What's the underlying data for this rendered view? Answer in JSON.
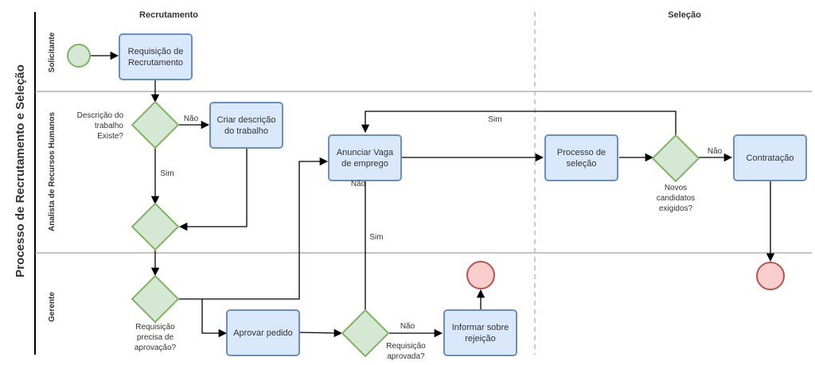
{
  "pool": {
    "title": "Processo de Recrutamento e Seleção"
  },
  "phases": {
    "recruitment": "Recrutamento",
    "selection": "Seleção"
  },
  "lanes": {
    "requester": "Solicitante",
    "hr": "Analista de Recursos Humanos",
    "manager": "Gerente"
  },
  "tasks": {
    "recruitment_request": [
      "Requisição de",
      "Recrutamento"
    ],
    "create_job_description": [
      "Criar descrição",
      "do trabalho"
    ],
    "advertise_vacancy": [
      "Anunciar Vaga",
      "de emprego"
    ],
    "selection_process": [
      "Processo de",
      "seleção"
    ],
    "hiring": [
      "Contratação"
    ],
    "approve_request": [
      "Aprovar pedido"
    ],
    "inform_rejection": [
      "Informar sobre",
      "rejeição"
    ]
  },
  "gateways": {
    "job_description_exists": [
      "Descrição do",
      "trabalho",
      "Existe?"
    ],
    "request_needs_approval": [
      "Requisição",
      "precisa de",
      "aprovação?"
    ],
    "request_approved": [
      "Requisição",
      "aprovada?"
    ],
    "new_candidates_required": [
      "Novos",
      "candidatos",
      "exigidos?"
    ]
  },
  "flow_labels": {
    "desc_no": "Não",
    "desc_yes": "Sim",
    "loop_yes": "Sim",
    "candidates_no": "Não",
    "approved_yes": "Sim",
    "approved_no": "Não",
    "advertise_no": "Não"
  },
  "colors": {
    "task_fill": "#dae8fc",
    "task_stroke": "#6c8ebf",
    "gateway_fill": "#d5e8d4",
    "gateway_stroke": "#82b366",
    "start_fill": "#d5e8d4",
    "start_stroke": "#82b366",
    "end_fill": "#f8cecc",
    "end_stroke": "#b85450"
  }
}
